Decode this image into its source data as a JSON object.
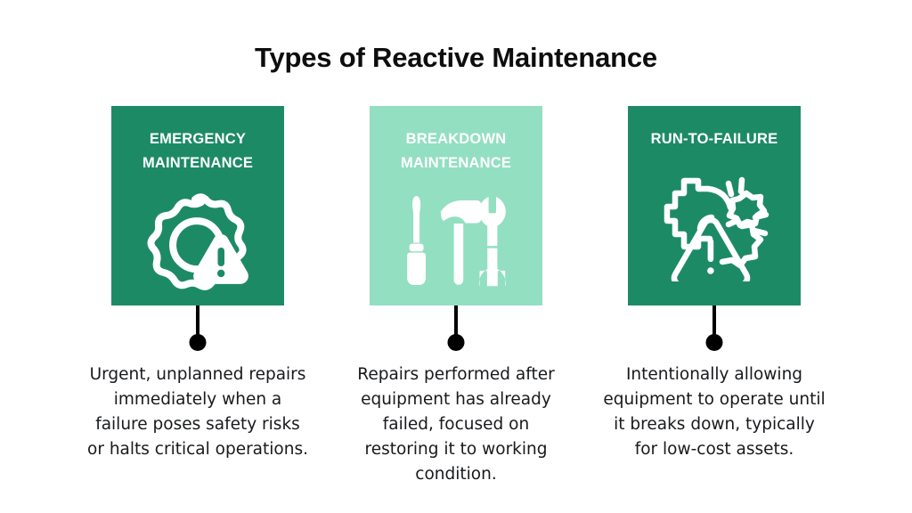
{
  "page": {
    "background_color": "#ffffff",
    "title": "Types of Reactive Maintenance",
    "title_color": "#0d0d0d"
  },
  "colors": {
    "dark_green": "#1d8a66",
    "mint_green": "#93dfc1",
    "white": "#ffffff",
    "black": "#000000",
    "body_text": "#17191c"
  },
  "cards": [
    {
      "title": "EMERGENCY\nMAINTENANCE",
      "title_line1": "EMERGENCY",
      "title_line2": "MAINTENANCE",
      "background_color": "#1d8a66",
      "title_color": "#ffffff",
      "icon": "gear-warning-icon",
      "description": "Urgent, unplanned repairs immediately when a failure poses safety risks or halts critical operations."
    },
    {
      "title": "BREAKDOWN\nMAINTENANCE",
      "title_line1": "BREAKDOWN",
      "title_line2": "MAINTENANCE",
      "background_color": "#93dfc1",
      "title_color": "#ffffff",
      "icon": "tools-icon",
      "description": "Repairs performed after equipment has already failed, focused on restoring it to working condition."
    },
    {
      "title": "RUN-TO-FAILURE",
      "title_line1": "RUN-TO-FAILURE",
      "title_line2": "",
      "background_color": "#1d8a66",
      "title_color": "#ffffff",
      "icon": "broken-gear-warning-icon",
      "description": "Intentionally allowing equipment to operate until it breaks down, typically for low-cost assets."
    }
  ]
}
